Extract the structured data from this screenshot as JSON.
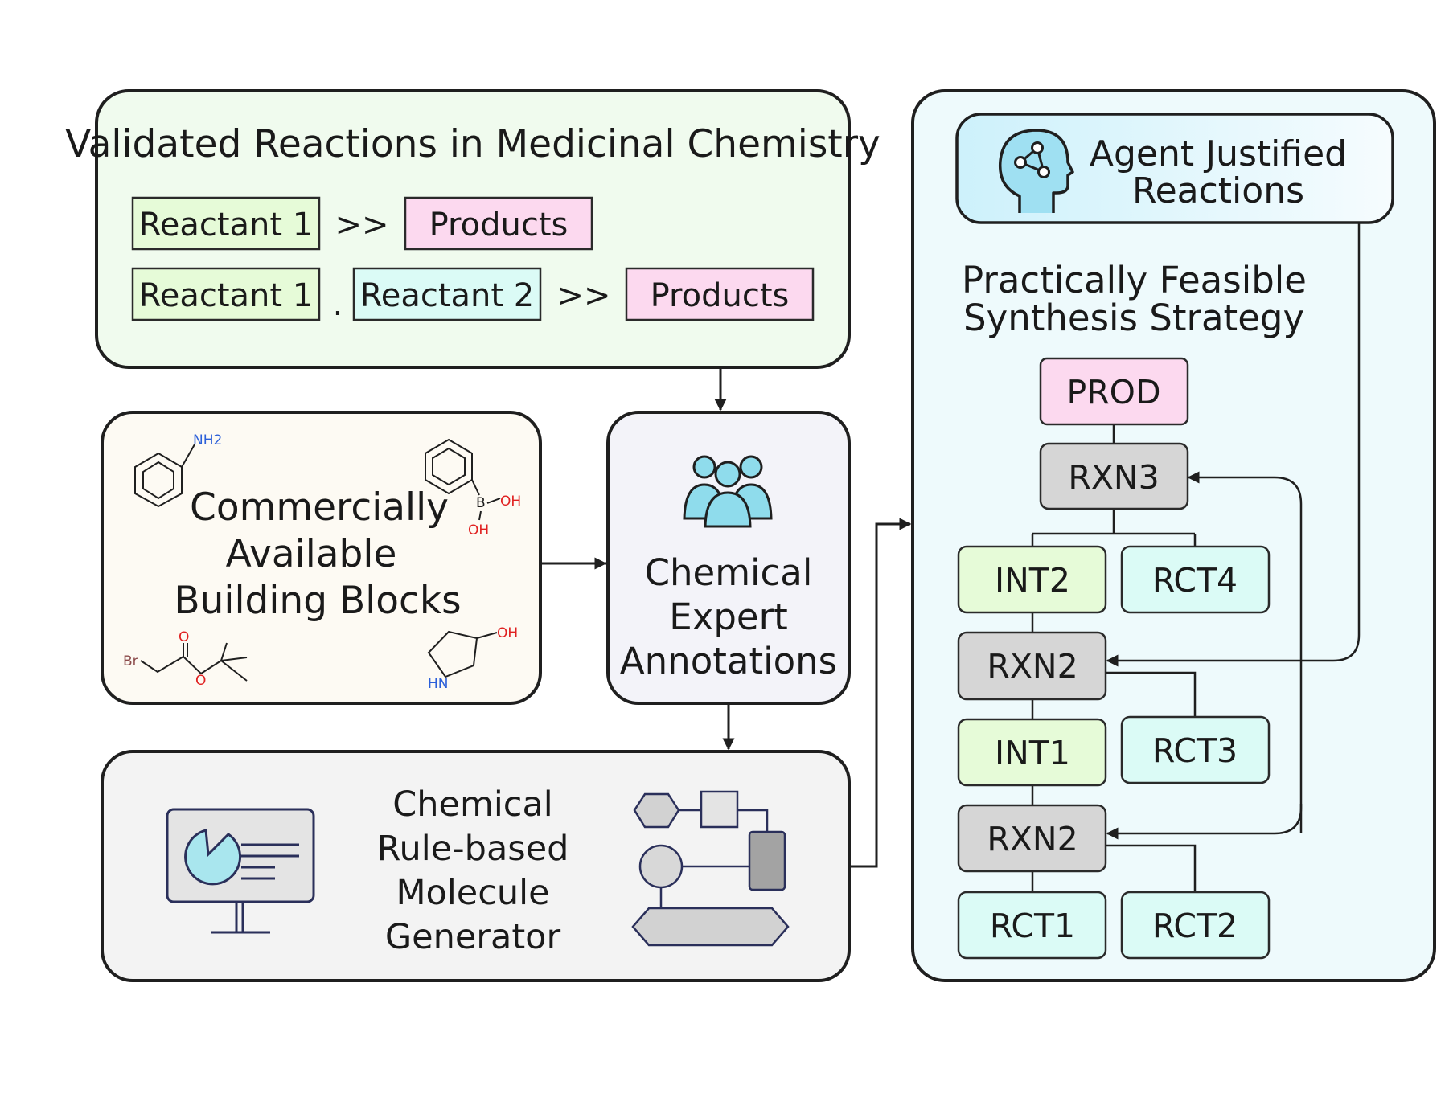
{
  "validated": {
    "title": "Validated Reactions in Medicinal Chemistry",
    "row1": {
      "reactant1": "Reactant 1",
      "arrow": ">>",
      "products": "Products"
    },
    "row2": {
      "reactant1": "Reactant 1",
      "dot": ".",
      "reactant2": "Reactant 2",
      "arrow": ">>",
      "products": "Products"
    }
  },
  "building_blocks": {
    "lines": [
      "Commercially",
      "Available",
      "Building Blocks"
    ],
    "labels": {
      "nh2": "NH2",
      "b": "B",
      "oh_b1": "OH",
      "oh_b2": "OH",
      "br": "Br",
      "o_carbonyl": "O",
      "o_ester": "O",
      "oh_pyr": "OH",
      "hn": "HN"
    }
  },
  "expert": {
    "lines": [
      "Chemical",
      "Expert",
      "Annotations"
    ]
  },
  "generator": {
    "lines": [
      "Chemical",
      "Rule-based",
      "Molecule",
      "Generator"
    ]
  },
  "strategy": {
    "agent_lines": [
      "Agent Justified",
      "Reactions"
    ],
    "title_lines": [
      "Practically Feasible",
      "Synthesis Strategy"
    ],
    "nodes": {
      "prod": "PROD",
      "rxn3": "RXN3",
      "int2": "INT2",
      "rct4": "RCT4",
      "rxn2_upper": "RXN2",
      "int1": "INT1",
      "rct3": "RCT3",
      "rxn2_lower": "RXN2",
      "rct1": "RCT1",
      "rct2": "RCT2"
    }
  },
  "colors": {
    "green_panel": "#f0fbee",
    "cream_panel": "#fdfaf3",
    "lavender_panel": "#f3f3f9",
    "gray_panel": "#f3f3f3",
    "blue_panel": "#eefafc",
    "reactant": "#e6fbd8",
    "reactant2": "#dbfbf6",
    "products": "#fcd9ef",
    "rxn": "#d6d6d6",
    "people": "#8fdcec",
    "nitrogen": "#2b5fd9",
    "oxygen": "#e02020",
    "bromine": "#8b4a4a"
  }
}
